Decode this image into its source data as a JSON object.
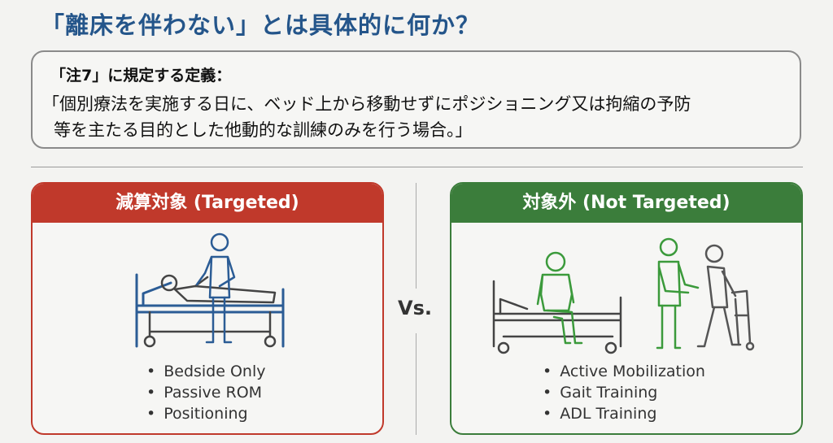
{
  "title": "「離床を伴わない」とは具体的に何か？",
  "definition": {
    "heading": "「注7」に規定する定義：",
    "line1": "「個別療法を実施する日に、ベッド上から移動せずにポジショニング又は拘縮の予防",
    "line2": "等を主たる目的とした他動的な訓練のみを行う場合。」"
  },
  "vs_label": "Vs.",
  "targeted": {
    "header": "減算対象 (Targeted)",
    "color": "#c0392b",
    "icon": "nurse-passive-rom-bed-icon",
    "items": [
      "Bedside Only",
      "Passive ROM",
      "Positioning"
    ]
  },
  "not_targeted": {
    "header": "対象外 (Not Targeted)",
    "color": "#3b7d3b",
    "icons": [
      "patient-sitting-bed-icon",
      "nurse-walker-gait-icon"
    ],
    "items": [
      "Active Mobilization",
      "Gait Training",
      "ADL Training"
    ]
  }
}
